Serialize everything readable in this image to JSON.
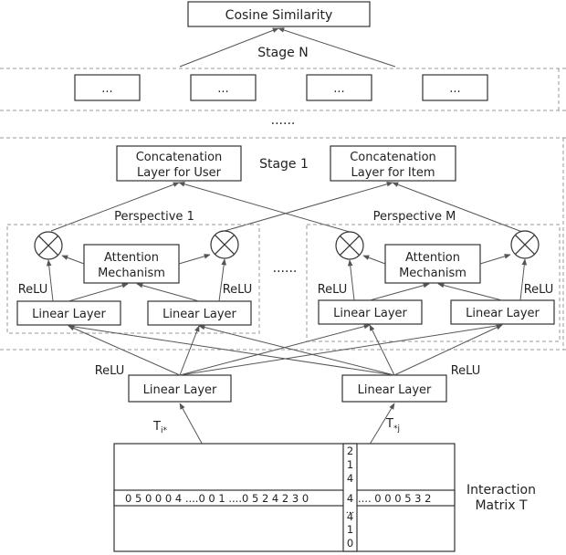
{
  "top_box": "Cosine Similarity",
  "stage_n_label": "Stage  N",
  "stage_n_boxes": [
    "...",
    "...",
    "...",
    "..."
  ],
  "between_stages": "......",
  "stage_1_label": "Stage 1",
  "concat_user": [
    "Concatenation",
    "Layer for User"
  ],
  "concat_item": [
    "Concatenation",
    "Layer for Item"
  ],
  "perspective_1": "Perspective 1",
  "perspective_m": "Perspective M",
  "perspective_dots": "......",
  "attention": [
    "Attention",
    "Mechanism"
  ],
  "relu": "ReLU",
  "linear_layer": "Linear Layer",
  "t_row": "T",
  "t_row_sub": "i*",
  "t_col": "T",
  "t_col_sub": "*j",
  "matrix_row_left": "0 5 0 0 0 4 ....0 0 1 ....0 5 2 4 2 3 0",
  "matrix_row_right": "....  0 0 0 5 3 2",
  "matrix_col_top": [
    "2",
    "1",
    "4"
  ],
  "matrix_center": "4",
  "matrix_col_dots": "...",
  "matrix_col_bottom": [
    "4",
    "1",
    "0"
  ],
  "matrix_label": [
    "Interaction",
    "Matrix T"
  ]
}
